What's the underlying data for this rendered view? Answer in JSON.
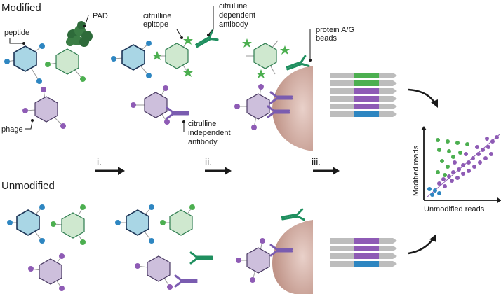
{
  "headers": {
    "modified": "Modified",
    "unmodified": "Unmodified"
  },
  "labels": {
    "pad": "PAD",
    "peptide": "peptide",
    "phage": "phage",
    "citrulline_epitope": [
      "citrulline",
      "epitope"
    ],
    "cit_dependent_antibody": [
      "citrulline",
      "dependent",
      "antibody"
    ],
    "cit_independent_antibody": [
      "citrulline",
      "independent",
      "antibody"
    ],
    "beads": [
      "protein A/G",
      "beads"
    ]
  },
  "steps": {
    "i": "i.",
    "ii": "ii.",
    "iii": "iii."
  },
  "plot": {
    "ylabel": "Modified reads",
    "xlabel": "Unmodified reads"
  },
  "colors": {
    "hex_blue": "#a9d6e5",
    "hex_green": "#cfe8cf",
    "hex_purple": "#cdbfdc",
    "dot_blue": "#2e86c1",
    "dot_green": "#4caf50",
    "dot_purple": "#8e5bb5",
    "antibody_green": "#1f8f5f",
    "antibody_purple": "#7a5cb0",
    "bead": "#c9a197"
  }
}
